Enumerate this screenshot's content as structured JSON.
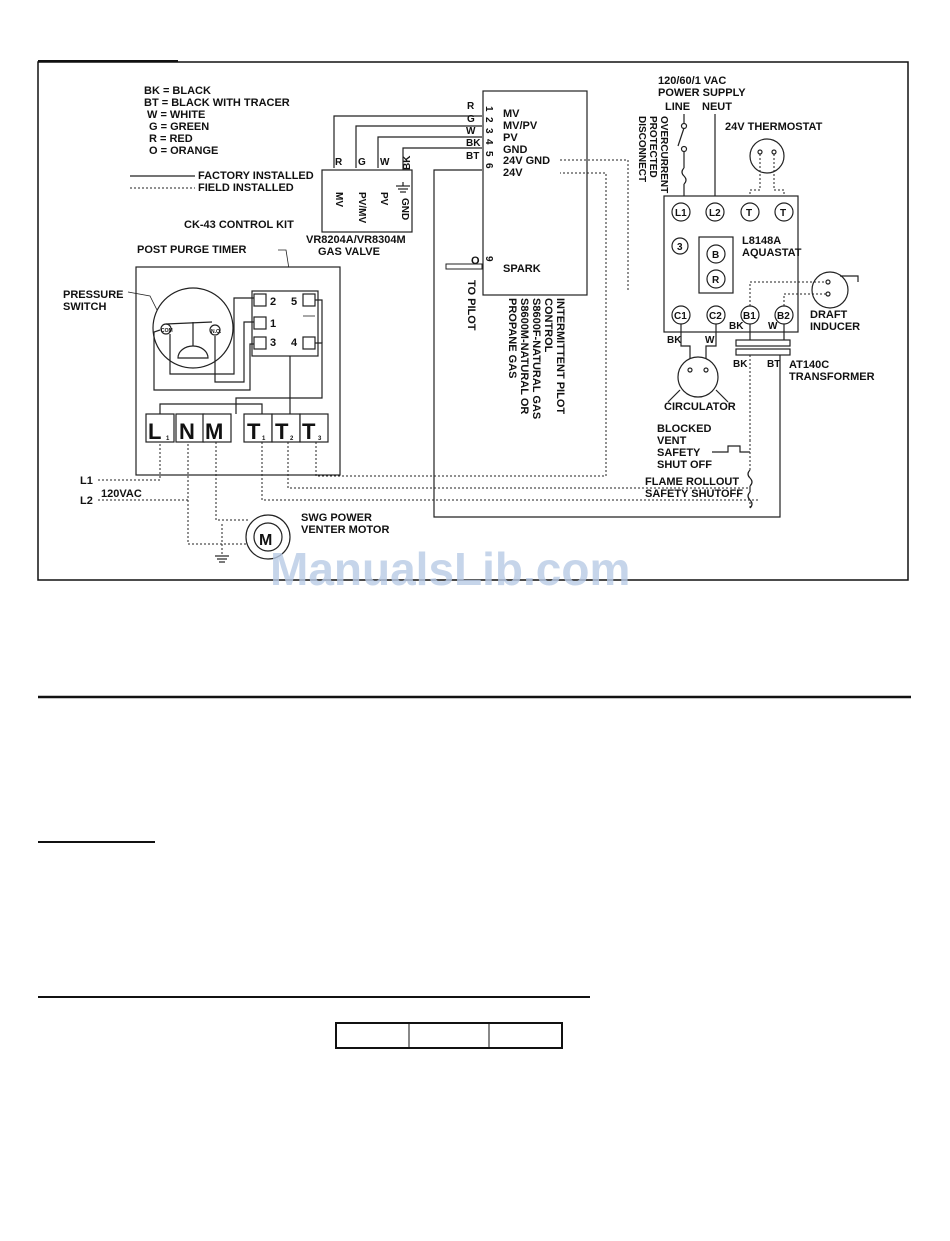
{
  "legend": {
    "codes": [
      "BK = BLACK",
      "BT = BLACK WITH TRACER",
      "W = WHITE",
      "G = GREEN",
      "R = RED",
      "O = ORANGE"
    ],
    "factory": "FACTORY INSTALLED",
    "field": "FIELD INSTALLED"
  },
  "gas_valve": {
    "wire_labels": [
      "R",
      "G",
      "W",
      "BK"
    ],
    "terms": [
      "MV",
      "PV/MV",
      "PV",
      "GND"
    ],
    "model_line1": "VR8204A/VR8304M",
    "model_line2": "GAS VALVE"
  },
  "pilot_control": {
    "wire_letters": [
      "R",
      "G",
      "W",
      "BK",
      "BT"
    ],
    "pin_numbers": [
      "1",
      "2",
      "3",
      "4",
      "5",
      "6"
    ],
    "terms": [
      "MV",
      "MV/PV",
      "PV",
      "GND",
      "24V GND",
      "24V"
    ],
    "pin9": "9",
    "spark_o": "O",
    "spark": "SPARK",
    "to_pilot": "TO PILOT",
    "desc": [
      "INTERMITTENT PILOT",
      "CONTROL",
      "S8600F-NATURAL GAS",
      "S8600M-NATURAL OR",
      "PROPANE GAS"
    ]
  },
  "control_kit": {
    "title": "CK-43 CONTROL KIT",
    "timer": "POST PURGE TIMER",
    "pressure_line1": "PRESSURE",
    "pressure_line2": "SWITCH",
    "com": "COM",
    "no": "N.O.",
    "timer_pins": [
      "2",
      "1",
      "3",
      "5",
      "4"
    ],
    "terminals": [
      "L",
      "N",
      "M",
      "T",
      "T",
      "T"
    ],
    "subs": [
      "1",
      "1",
      "2",
      "3"
    ]
  },
  "power": {
    "l1": "L1",
    "l2": "L2",
    "vac": "120VAC",
    "motor_letter": "M",
    "motor_line1": "SWG POWER",
    "motor_line2": "VENTER MOTOR"
  },
  "aquastat": {
    "supply_line1": "120/60/1 VAC",
    "supply_line2": "POWER SUPPLY",
    "line": "LINE",
    "neut": "NEUT",
    "overcurrent": [
      "OVERCURRENT",
      "PROTECTED",
      "DISCONNECT"
    ],
    "thermostat": "24V THERMOSTAT",
    "terminals_top": [
      "L1",
      "L2",
      "T",
      "T"
    ],
    "three": "3",
    "b": "B",
    "r": "R",
    "model": "L8148A",
    "name": "AQUASTAT",
    "terminals_bottom": [
      "C1",
      "C2",
      "B1",
      "B2"
    ],
    "bk": "BK",
    "w": "W",
    "draft_line1": "DRAFT",
    "draft_line2": "INDUCER",
    "transformer_line1": "AT140C",
    "transformer_line2": "TRANSFORMER",
    "bt": "BT",
    "circulator": "CIRCULATOR",
    "blocked": [
      "BLOCKED",
      "VENT",
      "SAFETY",
      "SHUT OFF"
    ],
    "flame": [
      "FLAME ROLLOUT",
      "SAFETY SHUTOFF"
    ]
  },
  "watermark": "ManualsLib.com"
}
